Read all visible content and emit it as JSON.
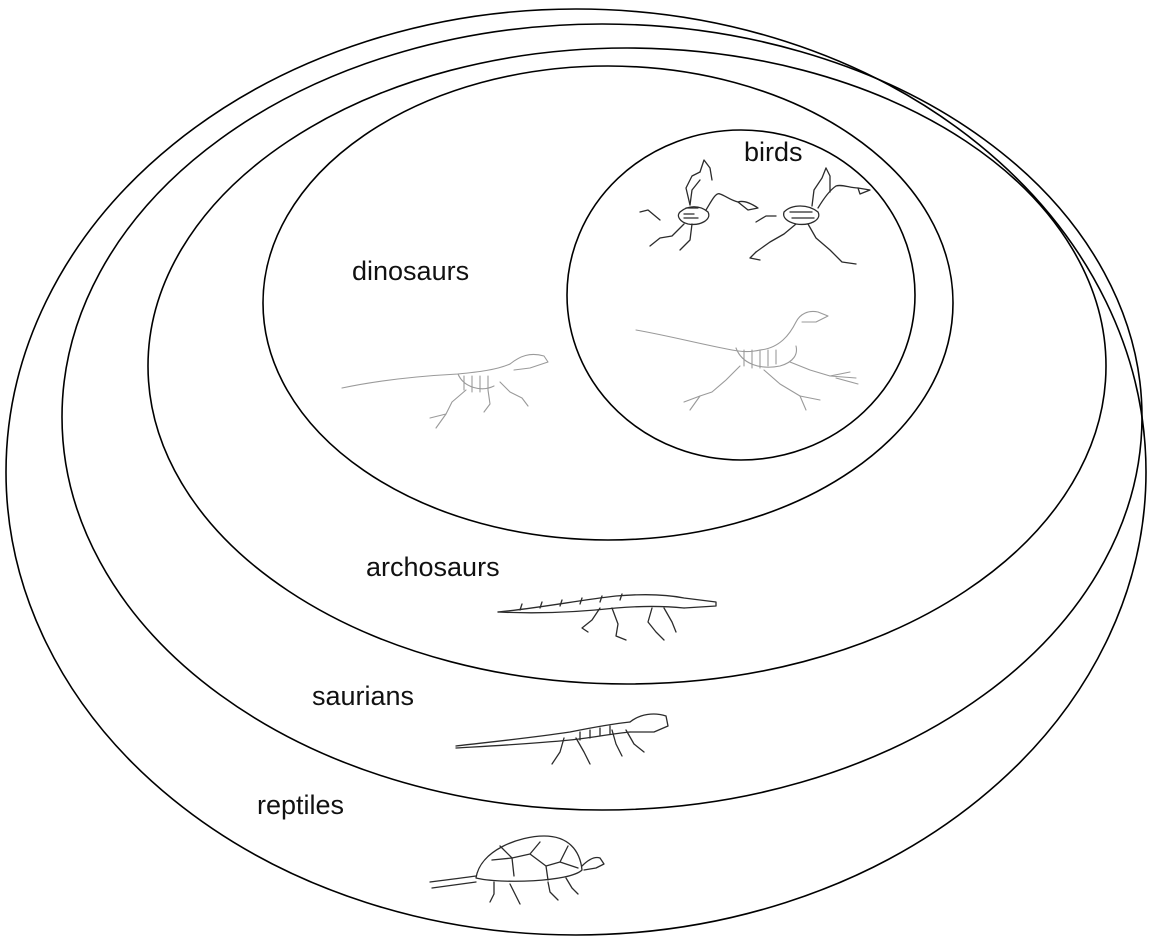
{
  "groups": {
    "reptiles": "reptiles",
    "saurians": "saurians",
    "archosaurs": "archosaurs",
    "dinosaurs": "dinosaurs",
    "birds": "birds"
  },
  "icons": {
    "reptiles": "turtle-skeleton-icon",
    "saurians": "lizard-skeleton-icon",
    "archosaurs": "crocodile-skeleton-icon",
    "dinosaurs": "theropod-skeleton-icon",
    "birds": [
      "bird-skeleton-icon",
      "bird-skeleton-icon",
      "dinobird-skeleton-icon"
    ]
  },
  "colors": {
    "ring": "#000000",
    "text": "#111111",
    "skeleton_dark": "#2b2b2b",
    "skeleton_light": "#9a9a9a"
  }
}
